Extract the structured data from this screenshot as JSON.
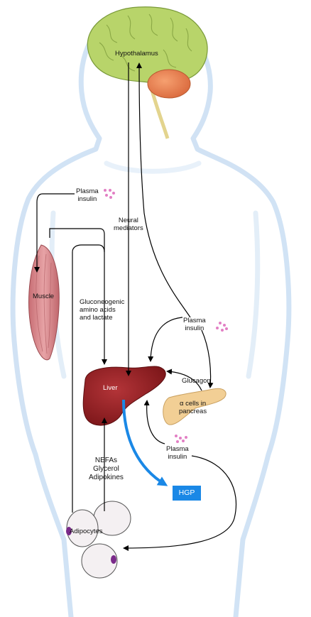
{
  "labels": {
    "hypothalamus": "Hypothalamus",
    "plasma_insulin_top": [
      "Plasma",
      "insulin"
    ],
    "neural_mediators": [
      "Neural",
      "mediators"
    ],
    "muscle": "Muscle",
    "gluconeogenic": [
      "Gluconeogenic",
      "amino acids",
      "and lactate"
    ],
    "plasma_insulin_right": [
      "Plasma",
      "insulin"
    ],
    "glucagon": "Glucagon",
    "liver": "Liver",
    "alpha_cells": [
      "α cells in",
      "pancreas"
    ],
    "plasma_insulin_bottom": [
      "Plasma",
      "insulin"
    ],
    "nefas": [
      "NEFAs",
      "Glycerol",
      "Adipokines"
    ],
    "hgp": "HGP",
    "adipocytes": "Adipocytes"
  },
  "colors": {
    "body_outline": "#c6dcf2",
    "brain": "#b8d46a",
    "cerebellum": "#f08a55",
    "liver": "#9a1f22",
    "muscle": "#d58a8e",
    "pancreas": "#f2cf95",
    "insulin_dots": "#e27fc4",
    "hgp": "#1a88e6",
    "adipocyte_nucleus": "#7a2a8a"
  }
}
